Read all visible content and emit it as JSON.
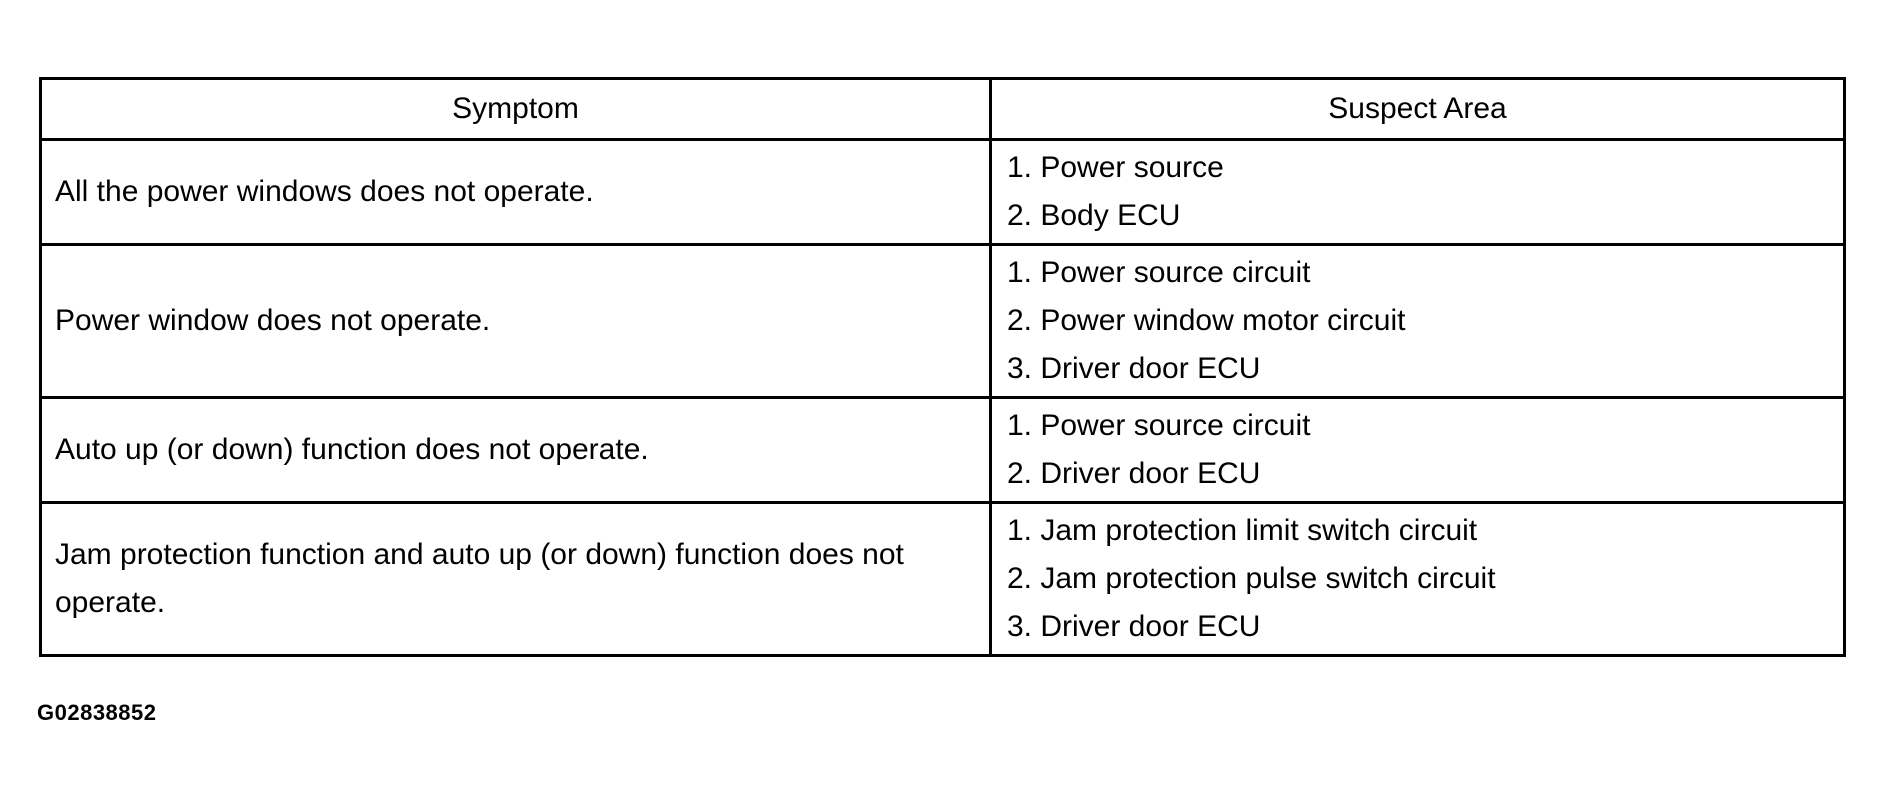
{
  "table": {
    "headers": {
      "symptom": "Symptom",
      "suspect_area": "Suspect Area"
    },
    "rows": [
      {
        "symptom": "All the power windows does not operate.",
        "suspect_areas": [
          "1. Power source",
          "2. Body ECU"
        ]
      },
      {
        "symptom": "Power window does not operate.",
        "suspect_areas": [
          "1. Power source circuit",
          "2. Power window motor circuit",
          "3. Driver door ECU"
        ]
      },
      {
        "symptom": "Auto up (or down) function does not operate.",
        "suspect_areas": [
          "1. Power source circuit",
          "2. Driver door ECU"
        ]
      },
      {
        "symptom": "Jam protection function and auto up (or down) function does not operate.",
        "suspect_areas": [
          "1. Jam protection limit switch circuit",
          "2. Jam protection pulse switch circuit",
          "3. Driver door ECU"
        ]
      }
    ]
  },
  "figure_id": "G02838852"
}
